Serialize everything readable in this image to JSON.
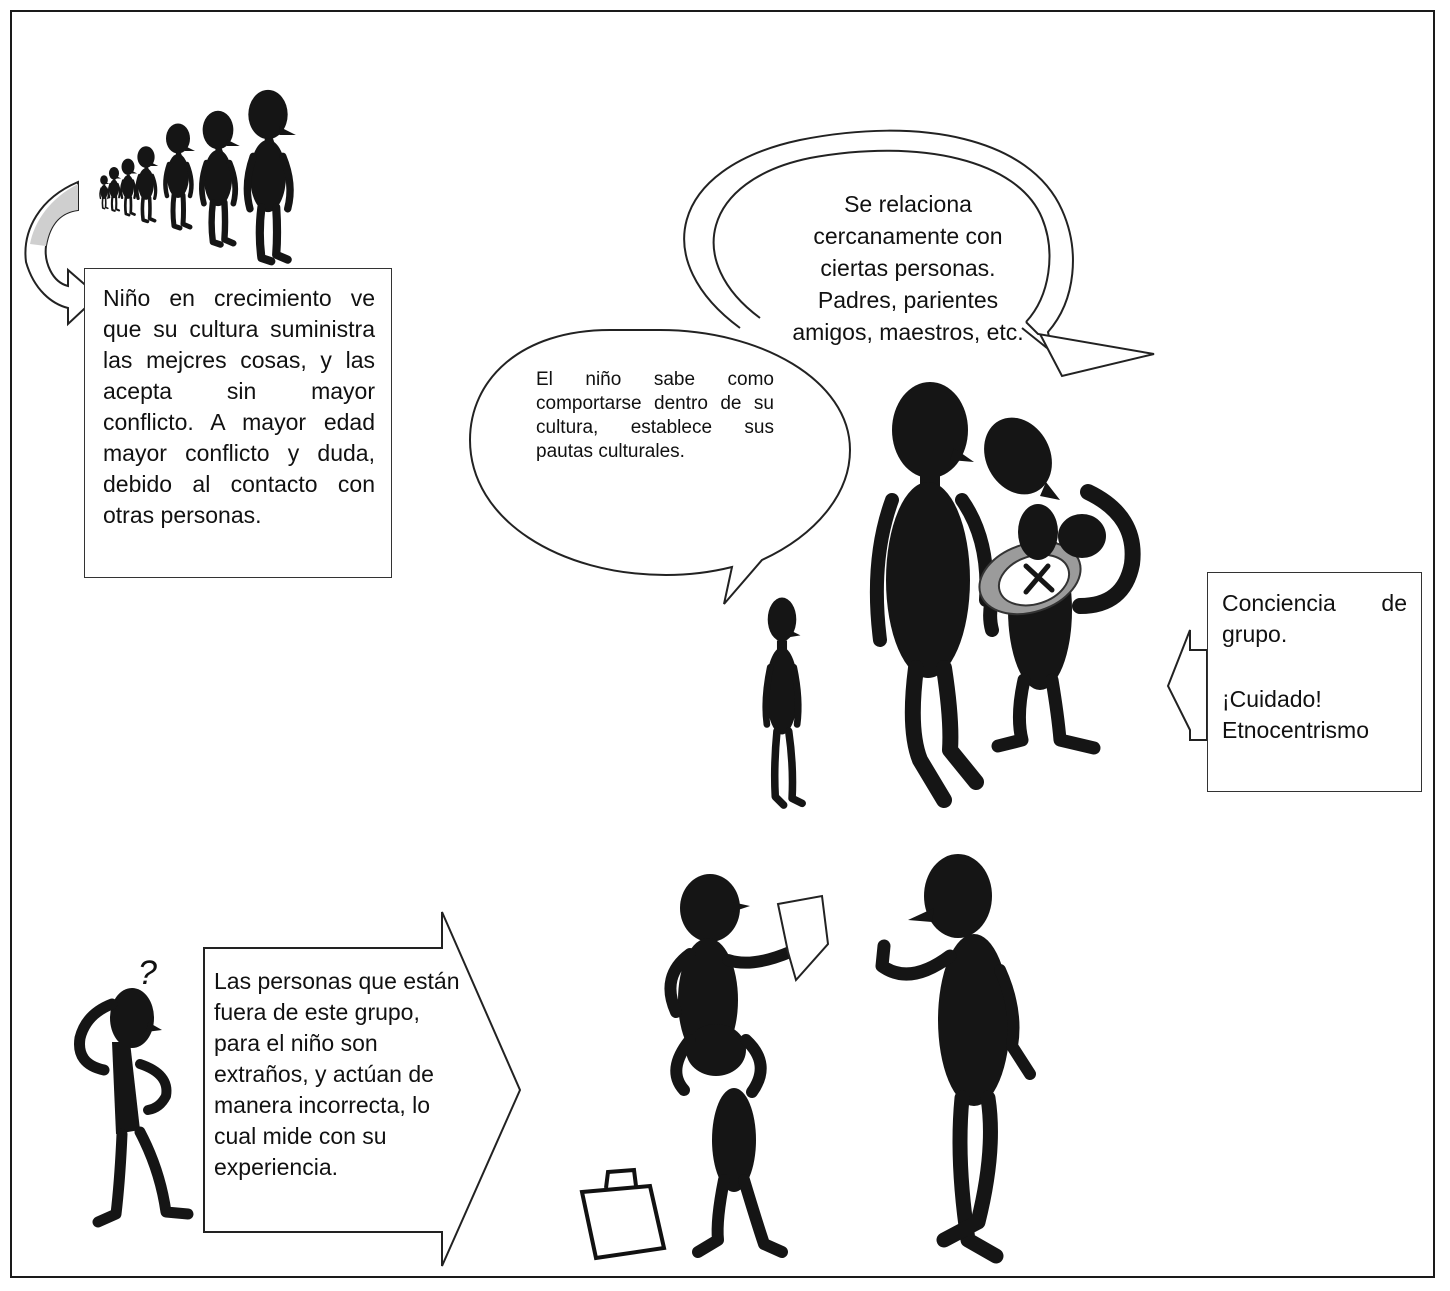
{
  "diagram": {
    "growth_box": {
      "text": "Niño en crecimiento ve que su cultura suministra las mejcres cosas, y las acepta sin mayor conflicto. A mayor edad mayor conflicto y duda, debido al contacto con otras personas."
    },
    "relation_bubble": {
      "line1": "Se relaciona",
      "line2": "cercanamente con",
      "line3": "ciertas personas.",
      "line4": "Padres, parientes",
      "line5": "amigos, maestros, etc."
    },
    "behavior_bubble": {
      "text": "El niño sabe como comportarse dentro de su cultura, establece sus pautas culturales."
    },
    "group_box": {
      "line1": "Conciencia de grupo.",
      "line2": "¡Cuidado! Etnocentrismo"
    },
    "outsiders_arrow": {
      "text": "Las personas que están fuera de este grupo, para el niño son extraños, y actúan de manera incorrecta, lo cual mide con su experiencia."
    },
    "question_mark": "?"
  }
}
